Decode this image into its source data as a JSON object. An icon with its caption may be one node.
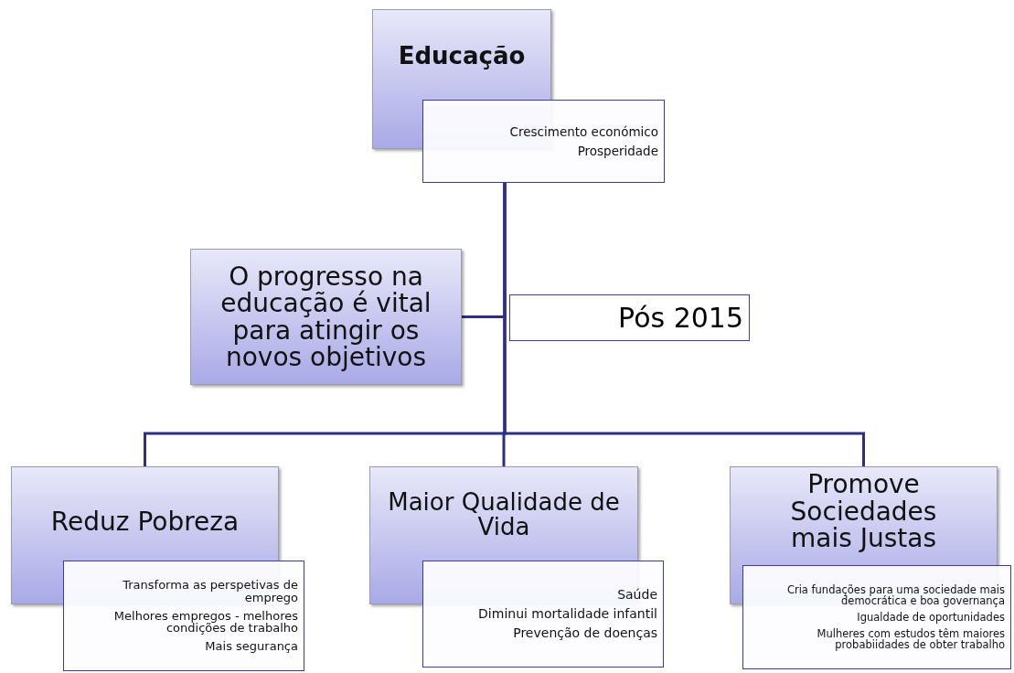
{
  "diagram": {
    "nodes": [
      {
        "text": [
          "Educação"
        ]
      },
      {
        "text": [
          "Crescimento económico",
          "Prosperidade"
        ]
      },
      {
        "text": [
          "O progresso na educação é vital para atingir os novos objetivos"
        ]
      },
      {
        "text": [
          "Pós 2015"
        ]
      },
      {
        "text": [
          "Reduz Pobreza"
        ]
      },
      {
        "text": [
          "Transforma as perspetivas de emprego",
          "Melhores empregos  - melhores condições de trabalho",
          "Mais segurança"
        ]
      },
      {
        "text": [
          "Maior Qualidade de Vida"
        ]
      },
      {
        "text": [
          "Saúde",
          "Diminui mortalidade infantil",
          "Prevenção de doenças"
        ]
      },
      {
        "text": [
          "Promove Sociedades mais Justas"
        ]
      },
      {
        "text": [
          "Cria fundações para uma sociedade mais democrática e boa governança",
          "Igualdade de oportunidades",
          "Mulheres com estudos têm maiores probabiidades de obter trabalho"
        ]
      }
    ],
    "edges": [
      {
        "from": 1,
        "to": 2,
        "arrow": "none"
      },
      {
        "from": 1,
        "to": 4,
        "arrow": "none"
      },
      {
        "from": 1,
        "to": 6,
        "arrow": "none"
      },
      {
        "from": 1,
        "to": 8,
        "arrow": "none"
      }
    ]
  }
}
